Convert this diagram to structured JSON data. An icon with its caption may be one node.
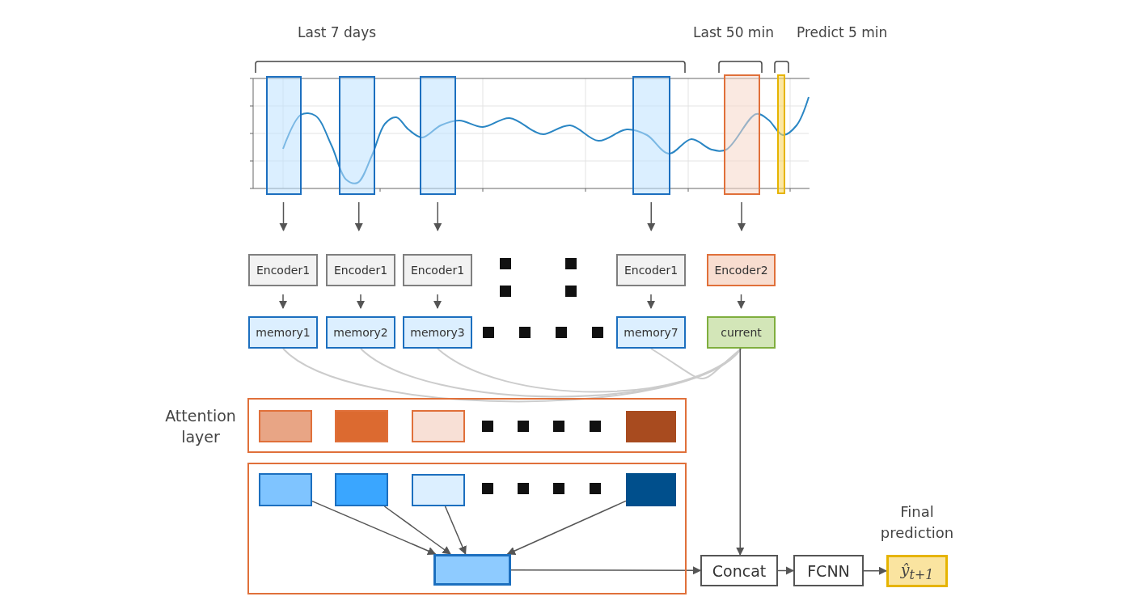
{
  "diagram": {
    "nodes": [
      {
        "text": [],
        "shape": "box"
      },
      {
        "text": [],
        "shape": "box"
      },
      {
        "text": [],
        "shape": "box"
      },
      {
        "text": [],
        "shape": "box"
      },
      {
        "text": [],
        "shape": "box"
      },
      {
        "text": [],
        "shape": "box"
      },
      {
        "text": [
          "Encoder1"
        ]
      },
      {
        "text": [
          "Encoder1"
        ]
      },
      {
        "text": [
          "Encoder1"
        ]
      },
      {
        "text": [
          "Encoder1"
        ]
      },
      {
        "text": [
          "Encoder2"
        ]
      },
      {
        "text": [
          "memory1"
        ]
      },
      {
        "text": [
          "memory2"
        ]
      },
      {
        "text": [
          "memory3"
        ]
      },
      {
        "text": [
          "memory7"
        ]
      },
      {
        "text": [
          "current"
        ]
      },
      {
        "text": [
          "Attention layer"
        ]
      },
      {
        "text": [],
        "shape": "box",
        "in": 16
      },
      {
        "text": [],
        "shape": "box",
        "in": 16
      },
      {
        "text": [],
        "shape": "box",
        "in": 16
      },
      {
        "text": [],
        "shape": "box",
        "in": 16
      },
      {
        "text": [],
        "shape": "box"
      },
      {
        "text": [],
        "shape": "box",
        "in": 21
      },
      {
        "text": [],
        "shape": "box",
        "in": 21
      },
      {
        "text": [],
        "shape": "box",
        "in": 21
      },
      {
        "text": [],
        "shape": "box",
        "in": 21
      },
      {
        "text": [],
        "shape": "box",
        "in": 21
      },
      {
        "text": [
          "Concat"
        ]
      },
      {
        "text": [
          "FCNN"
        ]
      },
      {
        "text": [
          "ŷ$_{t+1}$"
        ],
        "beside": [
          "Final prediction"
        ]
      }
    ],
    "edges": [
      {
        "from": 0,
        "to": 6,
        "arrow": "to"
      },
      {
        "from": 1,
        "to": 7,
        "arrow": "to"
      },
      {
        "from": 2,
        "to": 8,
        "arrow": "to"
      },
      {
        "from": 3,
        "to": 9,
        "arrow": "to"
      },
      {
        "from": 4,
        "to": 10,
        "arrow": "to"
      },
      {
        "from": 6,
        "to": 11,
        "arrow": "to"
      },
      {
        "from": 7,
        "to": 12,
        "arrow": "to"
      },
      {
        "from": 8,
        "to": 13,
        "arrow": "to"
      },
      {
        "from": 9,
        "to": 14,
        "arrow": "to"
      },
      {
        "from": 10,
        "to": 15,
        "arrow": "to"
      },
      {
        "from": 11,
        "to": 15,
        "arrow": "none",
        "color": "#cccccc"
      },
      {
        "from": 12,
        "to": 15,
        "arrow": "none",
        "color": "#cccccc"
      },
      {
        "from": 13,
        "to": 15,
        "arrow": "none",
        "color": "#cccccc"
      },
      {
        "from": 14,
        "to": 15,
        "arrow": "none",
        "color": "#cccccc"
      },
      {
        "from": 15,
        "to": 27,
        "arrow": "to"
      },
      {
        "from": 22,
        "to": 26,
        "arrow": "to"
      },
      {
        "from": 23,
        "to": 26,
        "arrow": "to"
      },
      {
        "from": 24,
        "to": 26,
        "arrow": "to"
      },
      {
        "from": 25,
        "to": 26,
        "arrow": "to"
      },
      {
        "from": 26,
        "to": 27,
        "arrow": "to"
      },
      {
        "from": 27,
        "to": 28,
        "arrow": "to"
      },
      {
        "from": 28,
        "to": 29,
        "arrow": "to"
      }
    ],
    "labels": [
      "Last 7 days",
      "Last 50 min",
      "Predict 5 min"
    ]
  }
}
